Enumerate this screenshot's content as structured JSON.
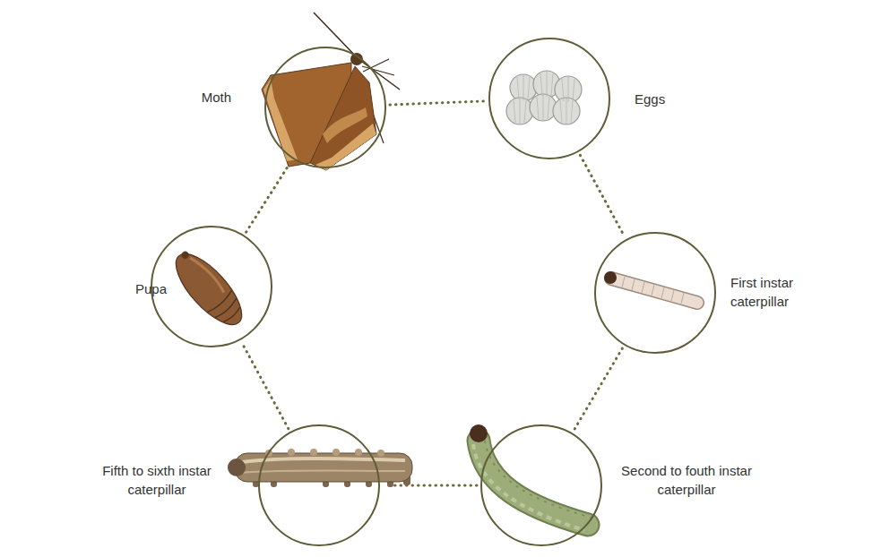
{
  "diagram": {
    "nodes": [
      {
        "text": [
          "Moth"
        ]
      },
      {
        "text": [
          "Eggs"
        ]
      },
      {
        "text": [
          "First instar caterpillar"
        ]
      },
      {
        "text": [
          "Second to fouth instar caterpillar"
        ]
      },
      {
        "text": [
          "Fifth to sixth instar caterpillar"
        ]
      },
      {
        "text": [
          "Pupa"
        ]
      }
    ],
    "edges": [
      {
        "from": 0,
        "to": 1,
        "arrow": "none"
      },
      {
        "from": 1,
        "to": 2,
        "arrow": "none"
      },
      {
        "from": 2,
        "to": 3,
        "arrow": "none"
      },
      {
        "from": 3,
        "to": 4,
        "arrow": "none"
      },
      {
        "from": 4,
        "to": 5,
        "arrow": "none"
      },
      {
        "from": 5,
        "to": 0,
        "arrow": "none"
      }
    ]
  }
}
